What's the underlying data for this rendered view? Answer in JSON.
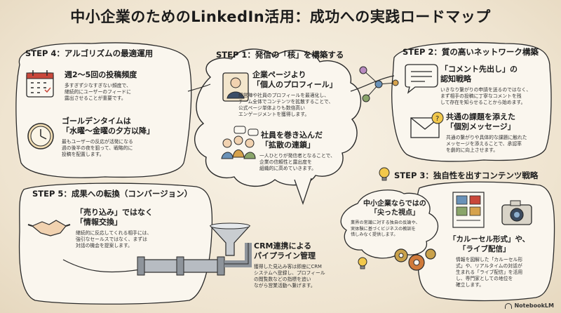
{
  "title": "中小企業のためのLinkedIn活用：成功への実践ロードマップ",
  "step1": {
    "title": "STEP 1：発信の「核」を構築する",
    "block1": {
      "heading_l1": "企業ページより",
      "heading_l2": "「個人のプロフィール」",
      "body": [
        "経営陣や社員のプロフィールを最適化し、",
        "チーム全体でコンテンツを拡散することで、",
        "公式ページ単体よりも数倍高い",
        "エンゲージメントを獲得します。"
      ]
    },
    "block2": {
      "heading_l1": "社員を巻き込んだ",
      "heading_l2": "「拡散の連鎖」",
      "body": [
        "一人ひとりが発信者となることで、",
        "企業の信頼性と露出度を",
        "組織的に高めていきます。"
      ]
    }
  },
  "step2": {
    "title": "STEP 2：質の高いネットワーク構築",
    "block1": {
      "heading_l1": "「コメント先出し」の",
      "heading_l2": "認知戦略",
      "body": [
        "いきなり繋がりの申請を送るのではなく、",
        "まず相手の投稿に丁寧なコメントを残",
        "して存在を知らせることから始めます。"
      ]
    },
    "block2": {
      "heading_l1": "共通の課題を添えた",
      "heading_l2": "「個別メッセージ」",
      "body": [
        "共通の繋がりや具体的な課題に触れた",
        "メッセージを添えることで、承認率",
        "を劇的に向上させます。"
      ]
    }
  },
  "step3": {
    "title": "STEP 3：独自性を出すコンテンツ戦略",
    "block1": {
      "heading_l1": "中小企業ならではの",
      "heading_l2": "「尖った視点」",
      "body": [
        "業界の常識に対する独自の反論や、",
        "実体験に基づくビジネスの教訓を",
        "惜しみなく提供します。"
      ]
    },
    "block2": {
      "heading_l1": "「カルーセル形式」や、",
      "heading_l2": "「ライブ配信」",
      "body": [
        "情報を図解した「カルーセル形",
        "式」や、リアルタイムの対話が",
        "生まれる「ライブ配信」を活用",
        "し、専門家としての地位を",
        "確立します。"
      ]
    }
  },
  "step4": {
    "title": "STEP 4：アルゴリズムの最適運用",
    "block1": {
      "heading_l1": "週2〜5回の投稿頻度",
      "body": [
        "多すぎず少なすぎない頻度で、",
        "継続的にユーザーのフィードに",
        "露出させることが重要です。"
      ]
    },
    "block2": {
      "heading_l1": "ゴールデンタイムは",
      "heading_l2": "「水曜〜金曜の夕方以降」",
      "body": [
        "最もユーザーの反応が活発になる",
        "週の後半の夜を狙って、戦略的に",
        "投稿を配置します。"
      ]
    }
  },
  "step5": {
    "title": "STEP 5：成果への転換（コンバージョン）",
    "block1": {
      "heading_l1": "「売り込み」ではなく",
      "heading_l2": "「情報交換」",
      "body": [
        "継続的に反応してくれる相手には、",
        "強引なセールスではなく、まずは",
        "対話の機会を提案します。"
      ]
    },
    "block2": {
      "heading_l1": "CRM連携による",
      "heading_l2": "パイプライン管理",
      "body": [
        "獲得した見込み客は即座にCRM",
        "システムへ登録し、プロフィール",
        "の閲覧数などの指標を追い",
        "ながら営業活動へ繋げます。"
      ]
    }
  },
  "logo": "NotebookLM",
  "colors": {
    "background": "#efe6d6",
    "bubble_fill": "#faf6ee",
    "ink": "#2a2a2a",
    "accent_yellow": "#f2c84b",
    "accent_blue": "#6a92b8"
  }
}
